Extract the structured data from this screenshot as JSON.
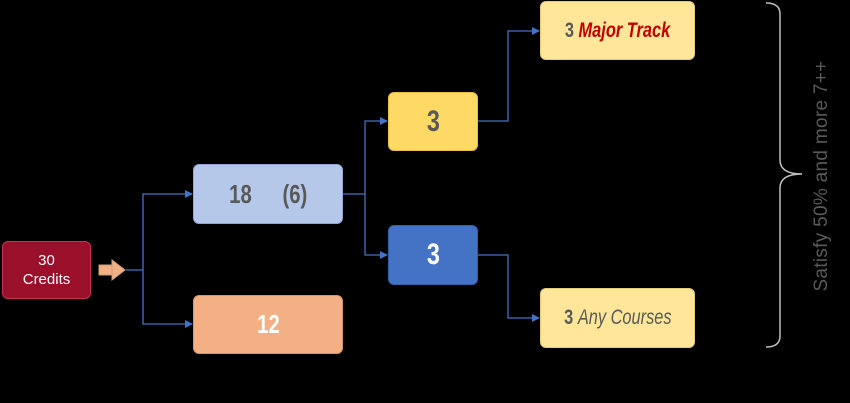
{
  "root": {
    "line1": "30",
    "line2": "Credits"
  },
  "level1": {
    "upper": {
      "value": "18",
      "note": "(6)"
    },
    "lower": {
      "value": "12"
    }
  },
  "level2": {
    "upper": {
      "value": "3"
    },
    "lower": {
      "value": "3"
    }
  },
  "level3": {
    "major": {
      "count": "3",
      "label": "Major Track"
    },
    "any": {
      "count": "3",
      "label": "Any Courses"
    }
  },
  "brace_label": "Satisfy 50% and more 7++",
  "colors": {
    "root": "#9a0f2a",
    "eighteen": "#b6c8ea",
    "twelve": "#f3b084",
    "three_yellow": "#ffd966",
    "three_blue": "#4472c4",
    "track": "#ffe699",
    "connector": "#4472c4",
    "major_text": "#c00000"
  }
}
